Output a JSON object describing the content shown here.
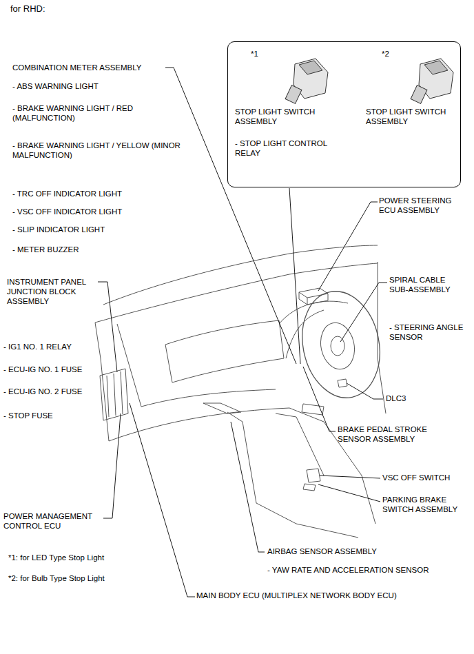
{
  "diagram": {
    "title": "for RHD:",
    "nodes": [
      {
        "text": [
          "*1",
          "STOP LIGHT SWITCH ASSEMBLY",
          "- STOP LIGHT CONTROL RELAY",
          "*2",
          "STOP LIGHT SWITCH ASSEMBLY"
        ]
      }
    ],
    "labels": [
      "COMBINATION METER ASSEMBLY",
      "- ABS WARNING LIGHT",
      "- BRAKE WARNING LIGHT / RED (MALFUNCTION)",
      "- BRAKE WARNING LIGHT / YELLOW (MINOR MALFUNCTION)",
      "- TRC OFF INDICATOR LIGHT",
      "- VSC OFF INDICATOR LIGHT",
      "- SLIP INDICATOR LIGHT",
      "- METER BUZZER",
      "INSTRUMENT PANEL JUNCTION BLOCK ASSEMBLY",
      "- IG1 NO. 1 RELAY",
      "- ECU-IG NO. 1 FUSE",
      "- ECU-IG NO. 2 FUSE",
      "- STOP FUSE",
      "POWER MANAGEMENT CONTROL ECU",
      "*1: for LED Type Stop Light",
      "*2: for Bulb Type Stop Light",
      "MAIN BODY ECU (MULTIPLEX NETWORK BODY ECU)",
      "AIRBAG SENSOR ASSEMBLY",
      "- YAW RATE AND ACCELERATION SENSOR",
      "PARKING BRAKE SWITCH ASSEMBLY",
      "VSC OFF SWITCH",
      "BRAKE PEDAL STROKE SENSOR ASSEMBLY",
      "DLC3",
      "- STEERING ANGLE SENSOR",
      "SPIRAL CABLE SUB-ASSEMBLY",
      "POWER STEERING ECU ASSEMBLY"
    ]
  }
}
